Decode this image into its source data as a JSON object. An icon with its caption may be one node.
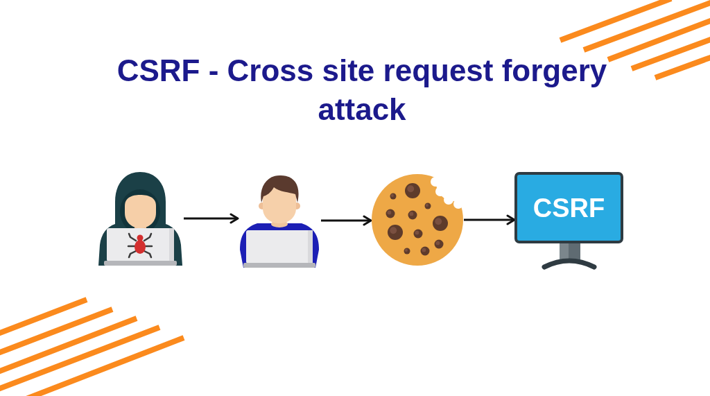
{
  "diagram": {
    "title": "CSRF - Cross site request forgery attack",
    "nodes": [
      {
        "text": [],
        "shape": "picture"
      },
      {
        "text": [],
        "shape": "picture"
      },
      {
        "text": [],
        "shape": "picture"
      },
      {
        "text": [
          "CSRF"
        ]
      }
    ],
    "edges": [
      {
        "from": 0,
        "to": 1,
        "arrow": "to"
      },
      {
        "from": 1,
        "to": 2,
        "arrow": "to"
      },
      {
        "from": 2,
        "to": 3,
        "arrow": "to"
      }
    ]
  }
}
